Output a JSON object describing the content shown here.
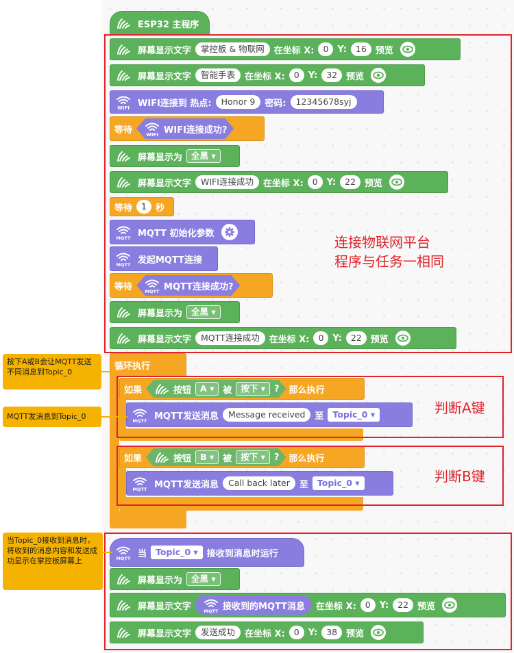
{
  "program": {
    "main_hat": "ESP32 主程序",
    "setup_blocks": [
      {
        "kind": "screen_text",
        "label": "屏幕显示文字",
        "text": "掌控板 & 物联网",
        "at": "在坐标 X:",
        "x": "0",
        "y_label": "Y:",
        "y": "16",
        "preview": "预览"
      },
      {
        "kind": "screen_text",
        "label": "屏幕显示文字",
        "text": "智能手表",
        "at": "在坐标 X:",
        "x": "0",
        "y_label": "Y:",
        "y": "32",
        "preview": "预览"
      },
      {
        "kind": "wifi",
        "label": "WIFI连接到 热点:",
        "ssid": "Honor 9",
        "pwd_label": "密码:",
        "pwd": "12345678syj",
        "icon_text": "WIFI"
      },
      {
        "kind": "wait_cond",
        "label": "等待",
        "cond": "WIFI连接成功?",
        "icon_text": "WIFI"
      },
      {
        "kind": "screen_fill",
        "label": "屏幕显示为",
        "value": "全黑"
      },
      {
        "kind": "screen_text",
        "label": "屏幕显示文字",
        "text": "WIFI连接成功",
        "at": "在坐标 X:",
        "x": "0",
        "y_label": "Y:",
        "y": "22",
        "preview": "预览"
      },
      {
        "kind": "wait_sec",
        "label": "等待",
        "value": "1",
        "unit": "秒"
      },
      {
        "kind": "mqtt_init",
        "label": "MQTT 初始化参数",
        "icon_text": "MQTT"
      },
      {
        "kind": "mqtt_connect",
        "label": "发起MQTT连接",
        "icon_text": "MQTT"
      },
      {
        "kind": "wait_cond",
        "label": "等待",
        "cond": "MQTT连接成功?",
        "icon_text": "MQTT"
      },
      {
        "kind": "screen_fill",
        "label": "屏幕显示为",
        "value": "全黑"
      },
      {
        "kind": "screen_text",
        "label": "屏幕显示文字",
        "text": "MQTT连接成功",
        "at": "在坐标 X:",
        "x": "0",
        "y_label": "Y:",
        "y": "22",
        "preview": "预览"
      }
    ],
    "loop": {
      "label": "循环执行",
      "if_blocks": [
        {
          "if": "如果",
          "button": "按钮",
          "key": "A",
          "bei": "被",
          "action": "按下",
          "q": "?",
          "then": "那么执行",
          "send_label": "MQTT发送消息",
          "message": "Message received",
          "to": "至",
          "topic": "Topic_0",
          "icon_text": "MQTT"
        },
        {
          "if": "如果",
          "button": "按钮",
          "key": "B",
          "bei": "被",
          "action": "按下",
          "q": "?",
          "then": "那么执行",
          "send_label": "MQTT发送消息",
          "message": "Call back later",
          "to": "至",
          "topic": "Topic_0",
          "icon_text": "MQTT"
        }
      ]
    },
    "receive": {
      "hat_when": "当",
      "topic": "Topic_0",
      "hat_rest": "接收到消息时运行",
      "icon_text": "MQTT",
      "blocks": [
        {
          "kind": "screen_fill",
          "label": "屏幕显示为",
          "value": "全黑"
        },
        {
          "kind": "screen_text_msg",
          "label": "屏幕显示文字",
          "inner": "接收到的MQTT消息",
          "at": "在坐标 X:",
          "x": "0",
          "y_label": "Y:",
          "y": "22",
          "preview": "预览",
          "icon_text": "MQTT"
        },
        {
          "kind": "screen_text",
          "label": "屏幕显示文字",
          "text": "发送成功",
          "at": "在坐标 X:",
          "x": "0",
          "y_label": "Y:",
          "y": "38",
          "preview": "预览"
        }
      ]
    }
  },
  "annotations": {
    "box1_text": "连接物联网平台\n程序与任务一相同",
    "boxA_text": "判断A键",
    "boxB_text": "判断B键",
    "note1": "按下A或B会让MQTT发送不同消息到Topic_0",
    "note2": "MQTT发消息到Topic_0",
    "note3": "当Topic_0接收到消息时，将收到的消息内容和发送成功显示在掌控板屏幕上"
  },
  "colors": {
    "green": "#5cb25a",
    "purple": "#8a7de0",
    "orange": "#f5a623",
    "red": "#e0232b",
    "note": "#f6b200"
  }
}
